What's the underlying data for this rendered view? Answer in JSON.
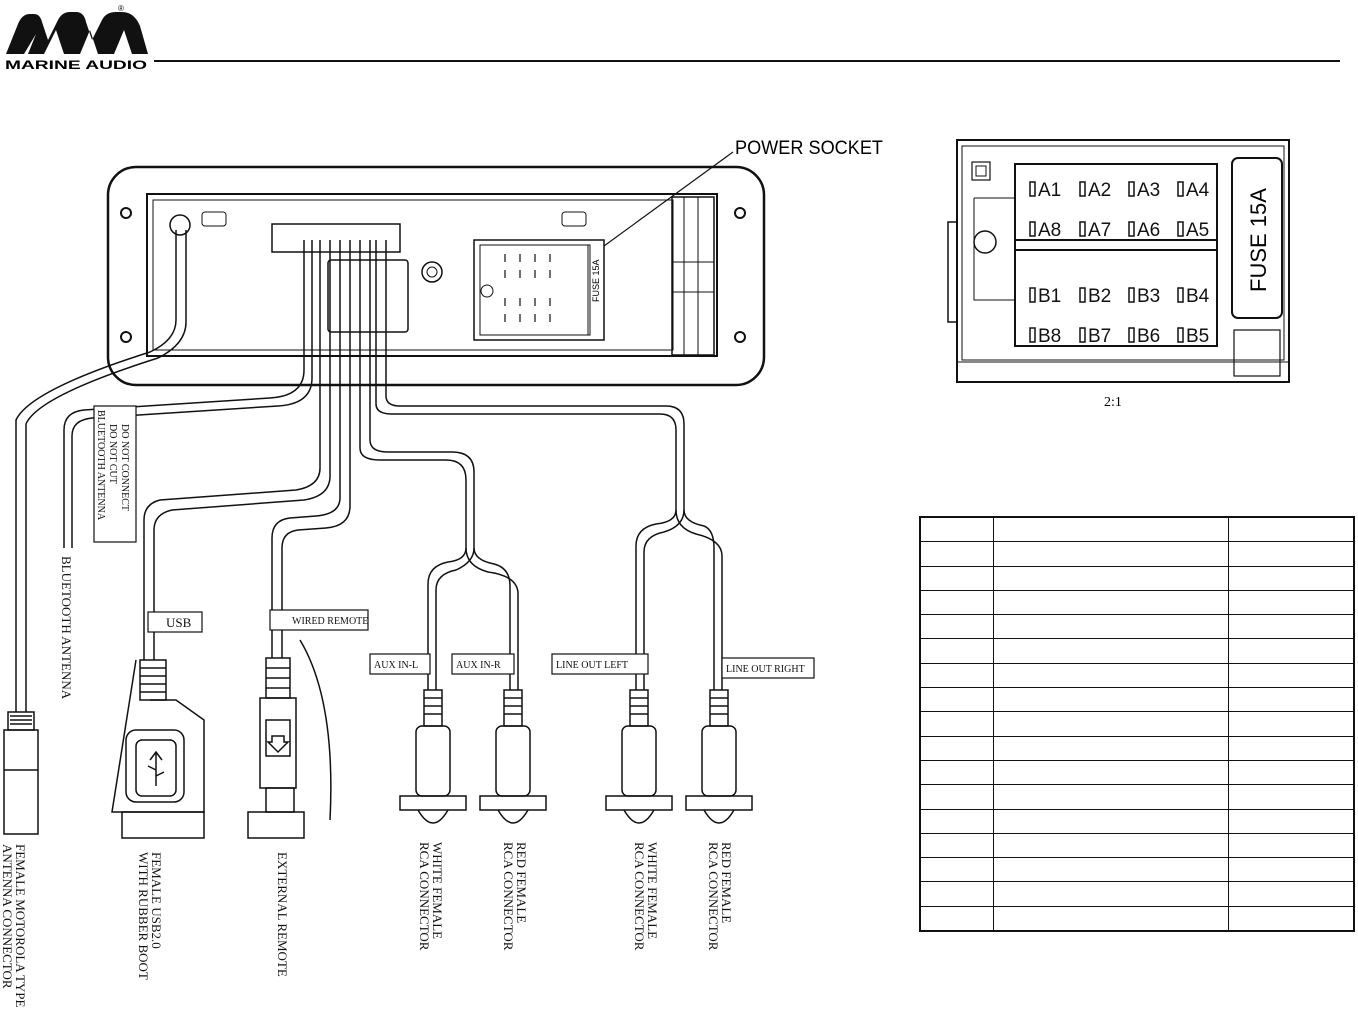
{
  "brand": {
    "name": "MARINE AUDIO",
    "registered_mark": "®"
  },
  "labels": {
    "power_socket": "POWER SOCKET",
    "bluetooth_tag": [
      "BLUETOOTH ANTENNA",
      "DO NOT CUT",
      "DO NOT CONNECT"
    ],
    "bluetooth_antenna": "BLUETOOTH ANTENNA",
    "usb_tag": "USB",
    "wired_remote_tag": "WIRED REMOTE",
    "aux_l_tag": "AUX IN-L",
    "aux_r_tag": "AUX IN-R",
    "line_out_left_tag": "LINE OUT LEFT",
    "line_out_right_tag": "LINE OUT RIGHT",
    "fuse_small": "FUSE 15A",
    "antenna_connector": [
      "FEMALE MOTOROLA TYPE",
      "ANTENNA CONNECTOR"
    ],
    "usb_connector": [
      "FEMALE USB2.0",
      "WITH RUBBER BOOT"
    ],
    "external_remote": "EXTERNAL REMOTE",
    "white_rca_1": [
      "WHITE FEMALE",
      "RCA CONNECTOR"
    ],
    "red_rca_1": [
      "RED FEMALE",
      "RCA CONNECTOR"
    ],
    "white_rca_2": [
      "WHITE FEMALE",
      "RCA CONNECTOR"
    ],
    "red_rca_2": [
      "RED FEMALE",
      "RCA CONNECTOR"
    ]
  },
  "connector_detail": {
    "fuse": "FUSE 15A",
    "scale": "2:1",
    "row_a_top": [
      "A1",
      "A2",
      "A3",
      "A4"
    ],
    "row_a_bottom": [
      "A8",
      "A7",
      "A6",
      "A5"
    ],
    "row_b_top": [
      "B1",
      "B2",
      "B3",
      "B4"
    ],
    "row_b_bottom": [
      "B8",
      "B7",
      "B6",
      "B5"
    ]
  },
  "pin_table": {
    "row_count": 17,
    "column_count": 3
  }
}
